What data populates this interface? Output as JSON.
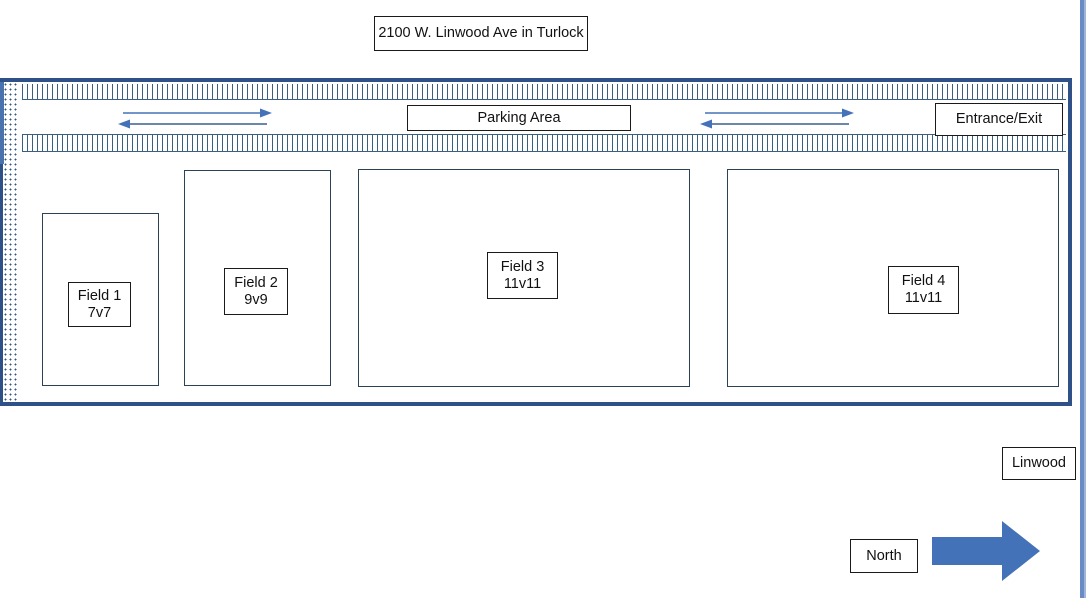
{
  "diagram": {
    "title": "2100 W. Linwood Ave in Turlock",
    "type": "site-map",
    "colors": {
      "property_border": "#2e5288",
      "street": "#6a8cc4",
      "stall_hatch": "#3b5f7d",
      "field_border": "#2b4257",
      "arrow_blue": "#4472b8",
      "north_arrow_fill": "#4472b8",
      "label_text": "#111111",
      "background": "#ffffff"
    }
  },
  "title_box": {
    "label": "2100 W. Linwood Ave in Turlock"
  },
  "parking": {
    "area_label": "Parking Area",
    "entrance_label": "Entrance/Exit",
    "aisles": [
      {
        "name": "west-aisle",
        "directions": [
          "east",
          "west"
        ]
      },
      {
        "name": "east-aisle",
        "directions": [
          "east",
          "west"
        ]
      }
    ]
  },
  "fields": [
    {
      "id": 1,
      "name": "Field 1",
      "format": "7v7",
      "label": "Field 1\n7v7"
    },
    {
      "id": 2,
      "name": "Field 2",
      "format": "9v9",
      "label": "Field 2\n9v9"
    },
    {
      "id": 3,
      "name": "Field 3",
      "format": "11v11",
      "label": "Field 3\n11v11"
    },
    {
      "id": 4,
      "name": "Field 4",
      "format": "11v11",
      "label": "Field 4\n11v11"
    }
  ],
  "annotations": {
    "street_label": "Linwood",
    "compass_label": "North",
    "compass_direction": "right"
  }
}
